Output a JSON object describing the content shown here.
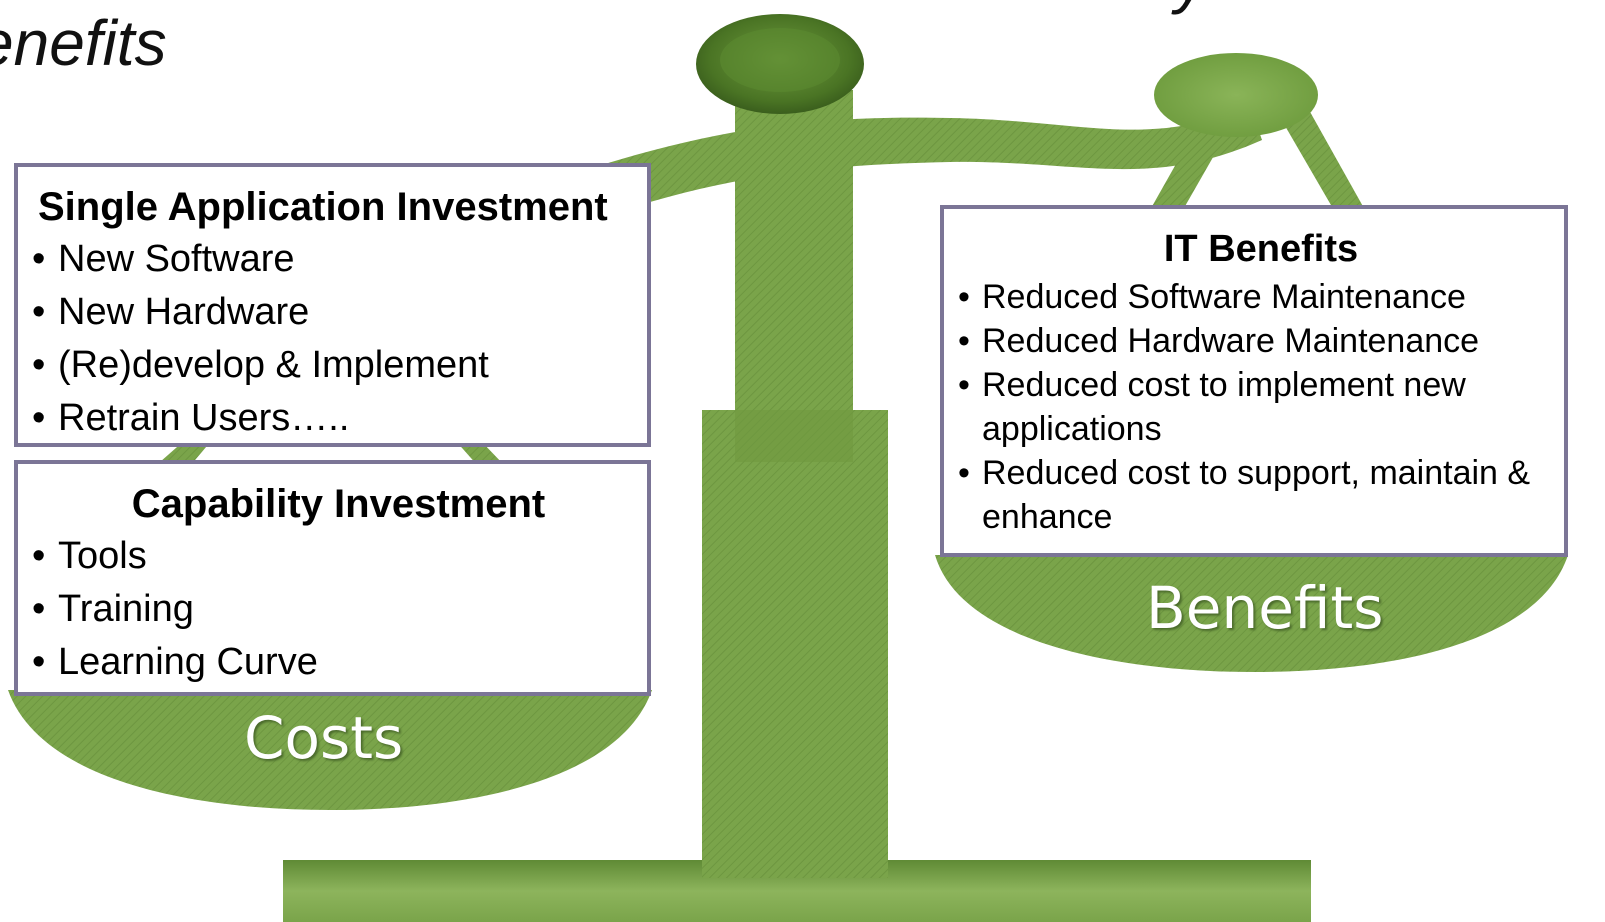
{
  "title": {
    "left_fragment": "enefits",
    "right_fragment": "y"
  },
  "costs_side": {
    "pan_label": "Costs",
    "single_application": {
      "heading": "Single Application Investment",
      "items": [
        "New Software",
        "New Hardware",
        "(Re)develop & Implement",
        "Retrain Users….."
      ]
    },
    "capability": {
      "heading": "Capability Investment",
      "items": [
        "Tools",
        "Training",
        "Learning Curve"
      ]
    }
  },
  "benefits_side": {
    "pan_label": "Benefits",
    "it_benefits": {
      "heading": "IT Benefits",
      "items": [
        "Reduced Software Maintenance",
        "Reduced Hardware Maintenance",
        "Reduced cost to implement new applications",
        "Reduced cost to support, maintain & enhance"
      ]
    }
  },
  "colors": {
    "scale_green": "#7aa44a",
    "scale_dark_green": "#4e7a2a",
    "panel_border": "#7b7596"
  }
}
